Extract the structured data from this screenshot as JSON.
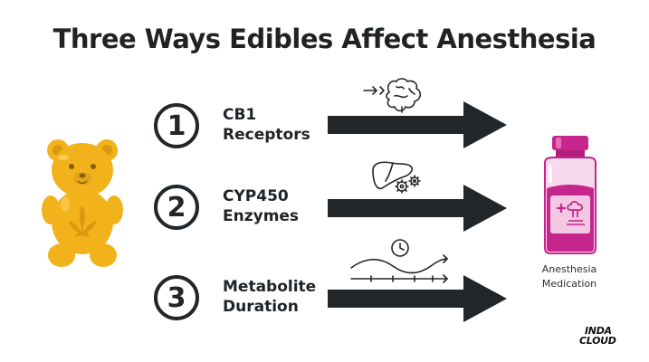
{
  "title": "Three Ways Edibles Affect Anesthesia",
  "steps": [
    {
      "number": "1",
      "label_line1": "CB1",
      "label_line2": "Receptors"
    },
    {
      "number": "2",
      "label_line1": "CYP450",
      "label_line2": "Enzymes"
    },
    {
      "number": "3",
      "label_line1": "Metabolite",
      "label_line2": "Duration"
    }
  ],
  "target": {
    "line1": "Anesthesia",
    "line2": "Medication"
  },
  "brand": {
    "line1": "INDA",
    "line2": "CLOUD"
  },
  "colors": {
    "dark": "#222629",
    "bear_fill": "#f2b21c",
    "bear_shade": "#d99a10",
    "vial_magenta": "#c7258e",
    "vial_light": "#f4c7e3"
  },
  "icons": [
    "brain-icon",
    "liver-gears-icon",
    "clock-wave-icon",
    "gummy-bear-icon",
    "medication-vial-icon"
  ]
}
